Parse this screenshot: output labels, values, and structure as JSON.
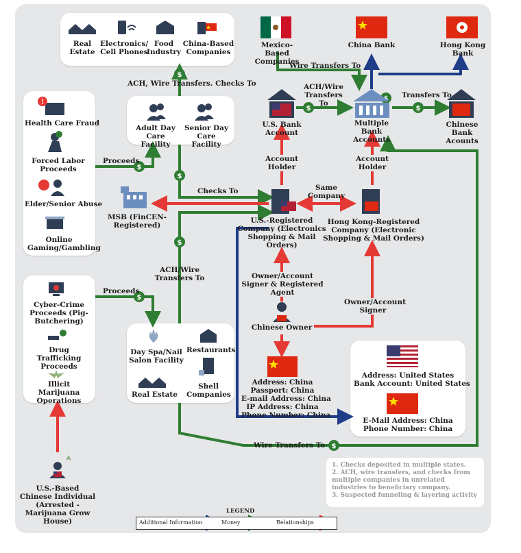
{
  "colors": {
    "money": "#2e7d32",
    "relationships": "#e53935",
    "info": "#1f3c88",
    "canvas": "#e6e7e9",
    "icon": "#2f3e55"
  },
  "industries": {
    "real_estate": "Real Estate",
    "electronics": "Electronics/ Cell Phones",
    "food": "Food Industry",
    "china_based": "China-Based Companies"
  },
  "top_left_flow": "ACH, Wire Transfers. Checks To",
  "care": {
    "adult": "Adult Day Care Facility",
    "senior": "Senior Day Care Facility"
  },
  "crimes1": {
    "health": "Health Care Fraud",
    "forced": "Forced Labor Proceeds",
    "elder": "Elder/Senior Abuse",
    "gaming": "Online Gaming/Gambling"
  },
  "proceeds1": "Proceeds",
  "msb": "MSB (FinCEN-Registered)",
  "checks_to": "Checks To",
  "ach_wire_to": "ACH/Wire Transfers To",
  "crimes2": {
    "cyber": "Cyber-Crime Proceeds (Pig-Butchering)",
    "drug": "Drug Trafficking Proceeds",
    "marijuana": "Illicit Marijuana Operations"
  },
  "proceeds2": "Proceeds",
  "businesses": {
    "spa": "Day Spa/Nail Salon Facility",
    "restaurants": "Restaurants",
    "real_estate": "Real Estate",
    "shell": "Shell Companies"
  },
  "individual": "U.S.-Based Chinese Individual (Arrested - Marijuana Grow House)",
  "mexico": "Mexico-Based Companies",
  "china_bank": "China Bank",
  "hk_bank": "Hong Kong Bank",
  "wire_transfers_to": "Wire Transfers To",
  "us_bank": "U.S. Bank Account",
  "ach_wire_transfers_to": "ACH/Wire Transfers To",
  "multiple_bank": "Multiple Bank Accounts",
  "transfers_to": "Transfers To",
  "chinese_bank": "Chinese Bank Acounts",
  "account_holder": "Account Holder",
  "us_company": "U.S.-Registered Company (Electronics Shopping & Mail Orders)",
  "same_company": "Same Company",
  "hk_company": "Hong Kong-Registered Company (Electronic Shopping & Mail Orders)",
  "owner_signer_agent": "Owner/Account Signer & Registered Agent",
  "owner_signer": "Owner/Account Signer",
  "chinese_owner": "Chinese Owner",
  "china_info": [
    "Address: China",
    "Passport: China",
    "E-mail Address: China",
    "IP Address: China",
    "Phone Number: China"
  ],
  "us_info": [
    "Address: United States",
    "Bank Account: United States"
  ],
  "us_info2": [
    "E-Mail Address: China",
    "Phone Number: China"
  ],
  "wire_transfers_to_bottom": "Wire Transfers To",
  "notes": [
    "1.  Checks deposited in multiple states.",
    "2.  ACH, wire transfers, and checks from",
    "     multiple companies in unrelated",
    "     industries to beneficiary company.",
    "3.  Suspected funneling & layering activity"
  ],
  "legend": {
    "title": "LEGEND",
    "info": "Additional Information",
    "money": "Money",
    "relationships": "Relationships"
  }
}
